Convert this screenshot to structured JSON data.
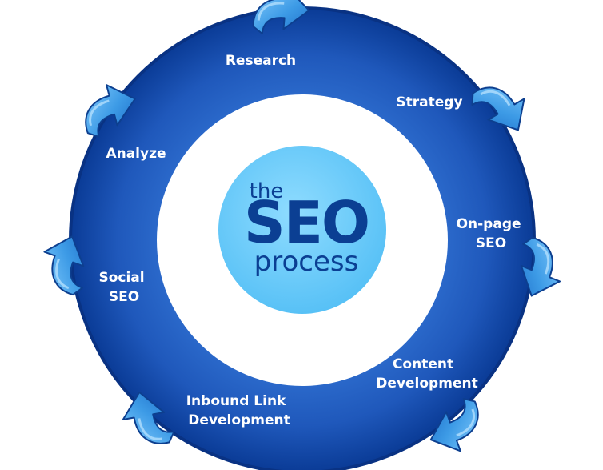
{
  "center": {
    "line1": "the",
    "line2": "SEO",
    "line3": "process"
  },
  "steps": [
    {
      "lines": [
        "Research"
      ]
    },
    {
      "lines": [
        "Strategy"
      ]
    },
    {
      "lines": [
        "On-page",
        "SEO"
      ]
    },
    {
      "lines": [
        "Content",
        "Development"
      ]
    },
    {
      "lines": [
        "Inbound Link",
        "Development"
      ]
    },
    {
      "lines": [
        "Social",
        "SEO"
      ]
    },
    {
      "lines": [
        "Analyze"
      ]
    }
  ],
  "colors": {
    "ring_outer": "#0a3b96",
    "ring_inner": "#2f6fd0",
    "center_fill": "#66ccff",
    "center_text": "#0b3f93",
    "arrow_fill": "#4aa8ea",
    "arrow_edge": "#0d3f8f"
  },
  "icons": [
    "curved-arrow-icon"
  ]
}
